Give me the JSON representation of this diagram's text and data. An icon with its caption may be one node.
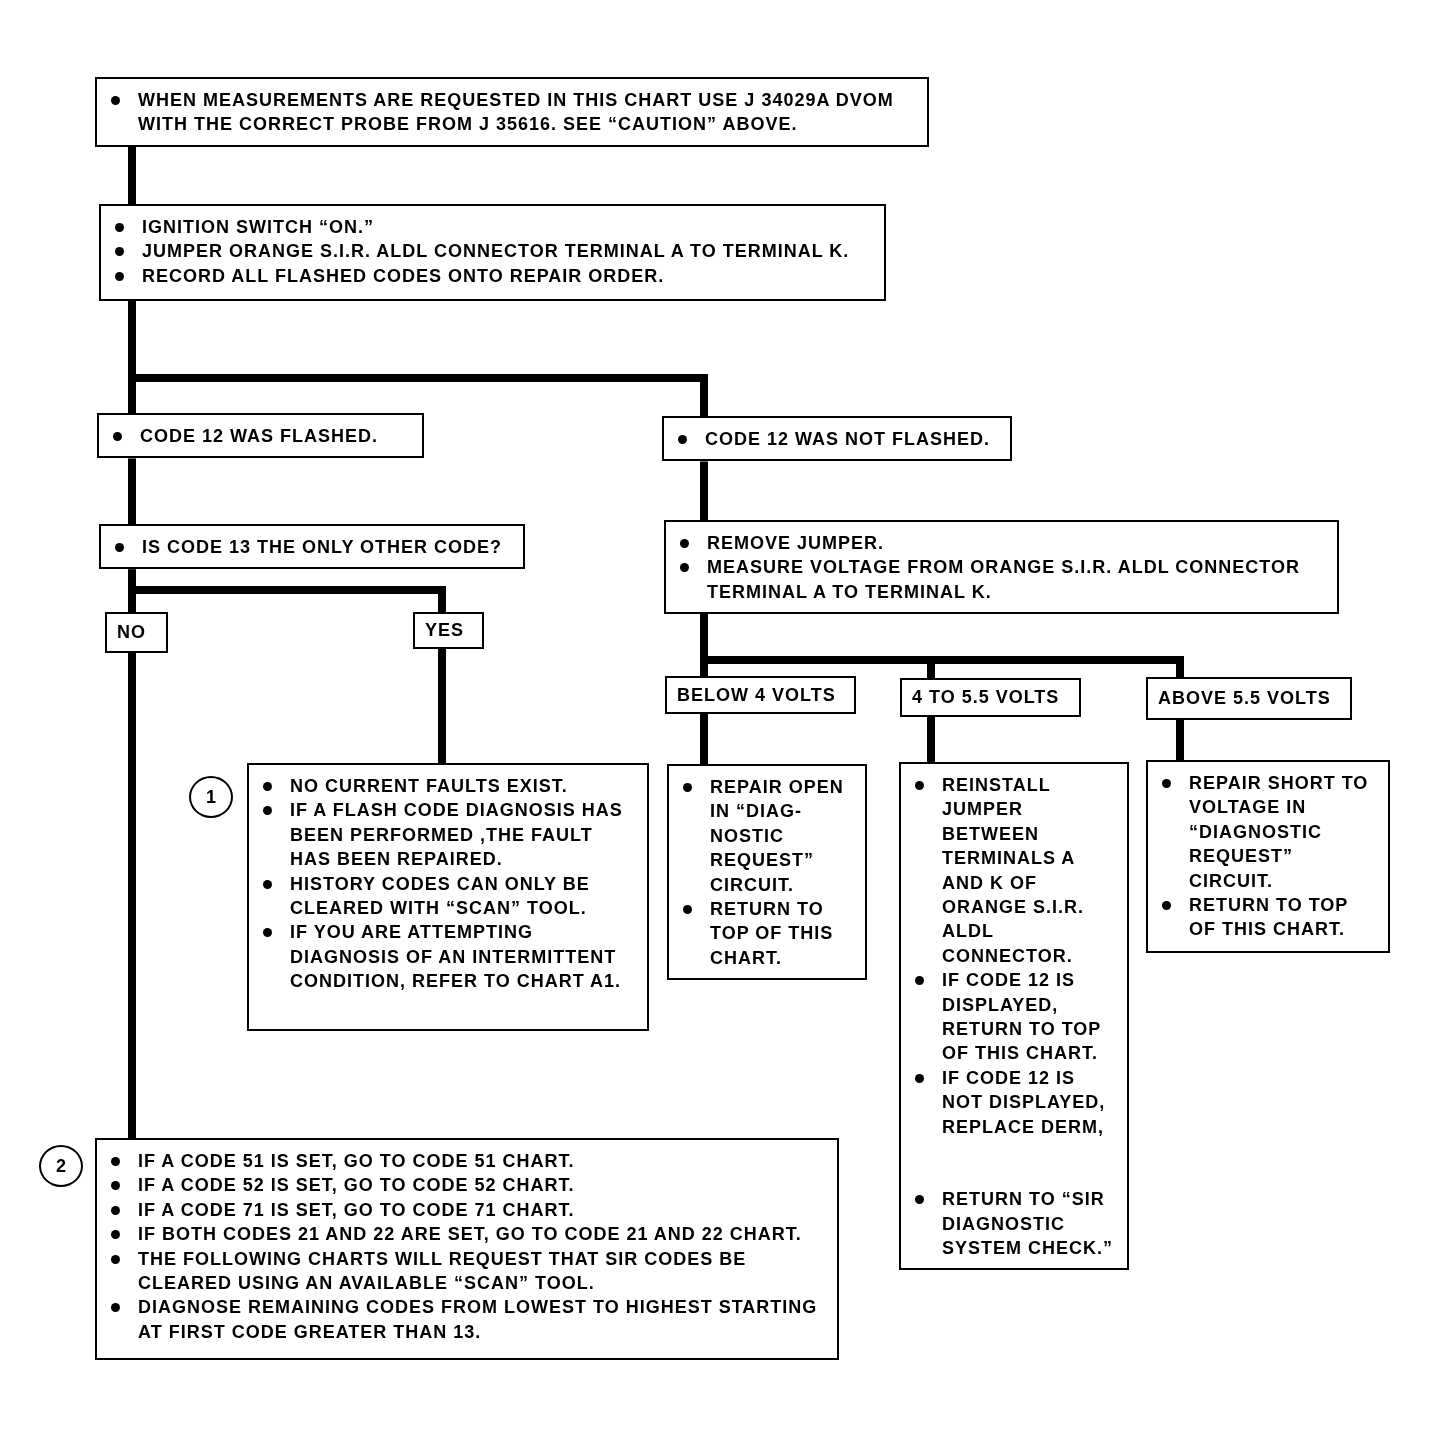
{
  "diagram": {
    "nodes": [
      {
        "text": [
          "WHEN MEASUREMENTS ARE REQUESTED IN THIS CHART USE J 34029A DVOM WITH THE CORRECT PROBE FROM J 35616. SEE “CAUTION” ABOVE."
        ]
      },
      {
        "text": [
          "IGNITION SWITCH “ON.”",
          "JUMPER ORANGE S.I.R. ALDL CONNECTOR TERMINAL A TO TERMINAL K.",
          "RECORD ALL FLASHED CODES ONTO REPAIR ORDER."
        ]
      },
      {
        "text": [
          "CODE 12 WAS FLASHED."
        ]
      },
      {
        "text": [
          "CODE 12 WAS NOT FLASHED."
        ]
      },
      {
        "text": [
          "IS CODE 13 THE ONLY OTHER CODE?"
        ]
      },
      {
        "text": [
          "REMOVE JUMPER.",
          "MEASURE VOLTAGE FROM ORANGE S.I.R. ALDL CONNECTOR TERMINAL A TO TERMINAL K."
        ]
      },
      {
        "text": [
          "NO"
        ]
      },
      {
        "text": [
          "YES"
        ]
      },
      {
        "text": [
          "BELOW 4 VOLTS"
        ]
      },
      {
        "text": [
          "4 TO 5.5 VOLTS"
        ]
      },
      {
        "text": [
          "ABOVE 5.5 VOLTS"
        ]
      },
      {
        "text": [
          "NO CURRENT FAULTS EXIST.",
          "IF A FLASH CODE DIAGNOSIS HAS BEEN PERFORMED ,THE FAULT HAS BEEN REPAIRED.",
          "HISTORY CODES CAN ONLY BE CLEARED WITH “SCAN” TOOL.",
          "IF YOU ARE ATTEMPTING DIAGNOSIS OF AN INTERMITTENT CONDITION, REFER TO CHART A1."
        ],
        "beside": [
          "1"
        ]
      },
      {
        "text": [
          "REPAIR OPEN IN “DIAG- NOSTIC REQUEST” CIRCUIT.",
          "RETURN TO TOP OF THIS CHART."
        ]
      },
      {
        "text": [
          "REINSTALL JUMPER BETWEEN TERMINALS A AND K OF ORANGE S.I.R. ALDL CONNECTOR.",
          "IF CODE 12 IS DISPLAYED, RETURN TO TOP OF THIS CHART.",
          "IF CODE 12 IS NOT DISPLAYED, REPLACE DERM,",
          "RETURN TO “SIR DIAGNOSTIC SYSTEM CHECK.”"
        ]
      },
      {
        "text": [
          "REPAIR SHORT TO VOLTAGE IN “DIAGNOSTIC REQUEST” CIRCUIT.",
          "RETURN TO TOP OF THIS CHART."
        ]
      },
      {
        "text": [
          "IF A CODE 51 IS SET, GO TO CODE 51 CHART.",
          "IF A CODE 52 IS SET, GO TO CODE 52 CHART.",
          "IF A CODE 71 IS SET, GO TO CODE 71 CHART.",
          "IF BOTH CODES 21 AND 22 ARE SET, GO TO CODE 21 AND 22 CHART.",
          "THE FOLLOWING CHARTS WILL REQUEST THAT SIR CODES BE CLEARED USING AN AVAILABLE “SCAN” TOOL.",
          "DIAGNOSE REMAINING CODES FROM LOWEST TO HIGHEST STARTING AT FIRST CODE GREATER THAN 13."
        ],
        "beside": [
          "2"
        ]
      }
    ],
    "edges": [
      {
        "from": 0,
        "to": 1,
        "arrow": "none"
      },
      {
        "from": 1,
        "to": 2,
        "arrow": "none"
      },
      {
        "from": 1,
        "to": 3,
        "arrow": "none"
      },
      {
        "from": 2,
        "to": 4,
        "arrow": "none"
      },
      {
        "from": 3,
        "to": 5,
        "arrow": "none"
      },
      {
        "from": 4,
        "to": 6,
        "arrow": "none"
      },
      {
        "from": 4,
        "to": 7,
        "arrow": "none"
      },
      {
        "from": 5,
        "to": 8,
        "arrow": "none"
      },
      {
        "from": 5,
        "to": 9,
        "arrow": "none"
      },
      {
        "from": 5,
        "to": 10,
        "arrow": "none"
      },
      {
        "from": 7,
        "to": 11,
        "arrow": "none"
      },
      {
        "from": 8,
        "to": 12,
        "arrow": "none"
      },
      {
        "from": 9,
        "to": 13,
        "arrow": "none"
      },
      {
        "from": 10,
        "to": 14,
        "arrow": "none"
      },
      {
        "from": 6,
        "to": 15,
        "arrow": "none"
      }
    ]
  }
}
